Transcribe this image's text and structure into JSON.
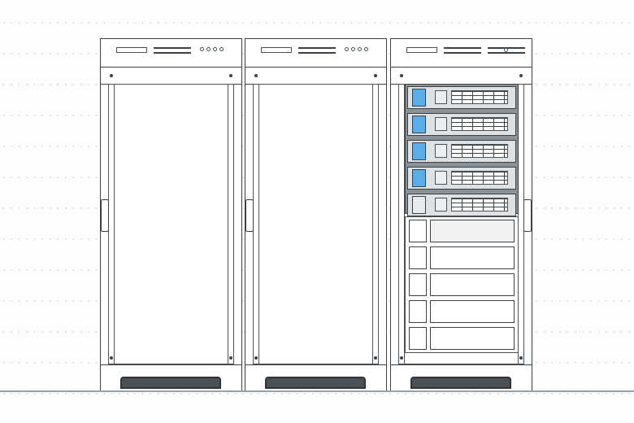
{
  "scene": {
    "racks": [
      {
        "id": "rack-1",
        "type": "empty-door"
      },
      {
        "id": "rack-2",
        "type": "empty-door"
      },
      {
        "id": "rack-3",
        "type": "populated",
        "drive_bays": 5,
        "lower_units": 5
      }
    ],
    "colors": {
      "outline": "#3a4248",
      "drive_tray": "#6e767c",
      "drive_led": "#5aaee6",
      "background": "#fdfdfd"
    }
  }
}
